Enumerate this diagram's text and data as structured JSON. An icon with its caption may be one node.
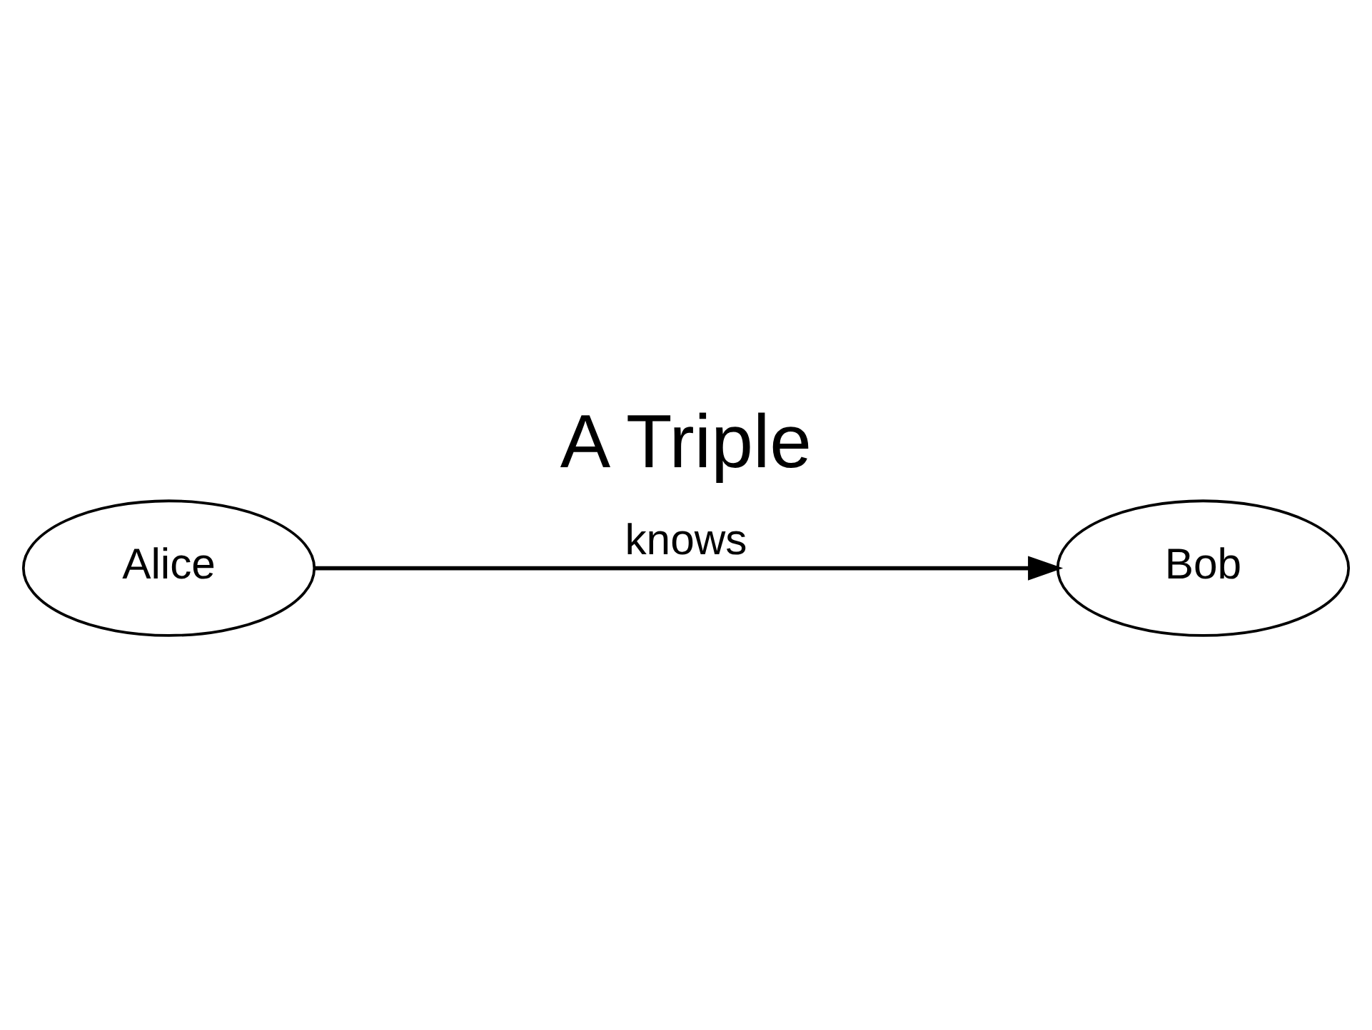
{
  "diagram": {
    "title": "A Triple",
    "nodes": [
      {
        "text": [
          "Alice"
        ]
      },
      {
        "text": [
          "Bob"
        ]
      }
    ],
    "edges": [
      {
        "from": 0,
        "to": 1,
        "arrow": "to",
        "label": "knows"
      }
    ]
  }
}
